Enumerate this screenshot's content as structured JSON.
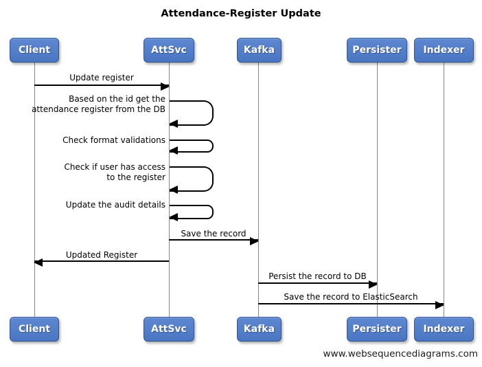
{
  "title": "Attendance-Register Update",
  "footer": "www.websequencediagrams.com",
  "colors": {
    "actor_fill_top": "#5e88d0",
    "actor_fill_bottom": "#4a75c2",
    "actor_border": "#2f5391",
    "actor_text": "#ffffff",
    "lifeline": "#858585",
    "message_line": "#000000",
    "background": "#ffffff"
  },
  "actors": [
    {
      "name": "Client"
    },
    {
      "name": "AttSvc"
    },
    {
      "name": "Kafka"
    },
    {
      "name": "Persister"
    },
    {
      "name": "Indexer"
    }
  ],
  "messages": [
    {
      "label": "Update register",
      "from": "Client",
      "to": "AttSvc",
      "kind": "arrow"
    },
    {
      "label": "Based on the id get the\nattendance register from the DB",
      "from": "AttSvc",
      "to": "AttSvc",
      "kind": "self"
    },
    {
      "label": "Check format validations",
      "from": "AttSvc",
      "to": "AttSvc",
      "kind": "self"
    },
    {
      "label": "Check if user has access\nto the register",
      "from": "AttSvc",
      "to": "AttSvc",
      "kind": "self"
    },
    {
      "label": "Update the audit details",
      "from": "AttSvc",
      "to": "AttSvc",
      "kind": "self"
    },
    {
      "label": "Save the record",
      "from": "AttSvc",
      "to": "Kafka",
      "kind": "arrow"
    },
    {
      "label": "Updated Register",
      "from": "AttSvc",
      "to": "Client",
      "kind": "arrow"
    },
    {
      "label": "Persist the record to DB",
      "from": "Kafka",
      "to": "Persister",
      "kind": "arrow"
    },
    {
      "label": "Save the record to ElasticSearch",
      "from": "Kafka",
      "to": "Indexer",
      "kind": "arrow"
    }
  ]
}
